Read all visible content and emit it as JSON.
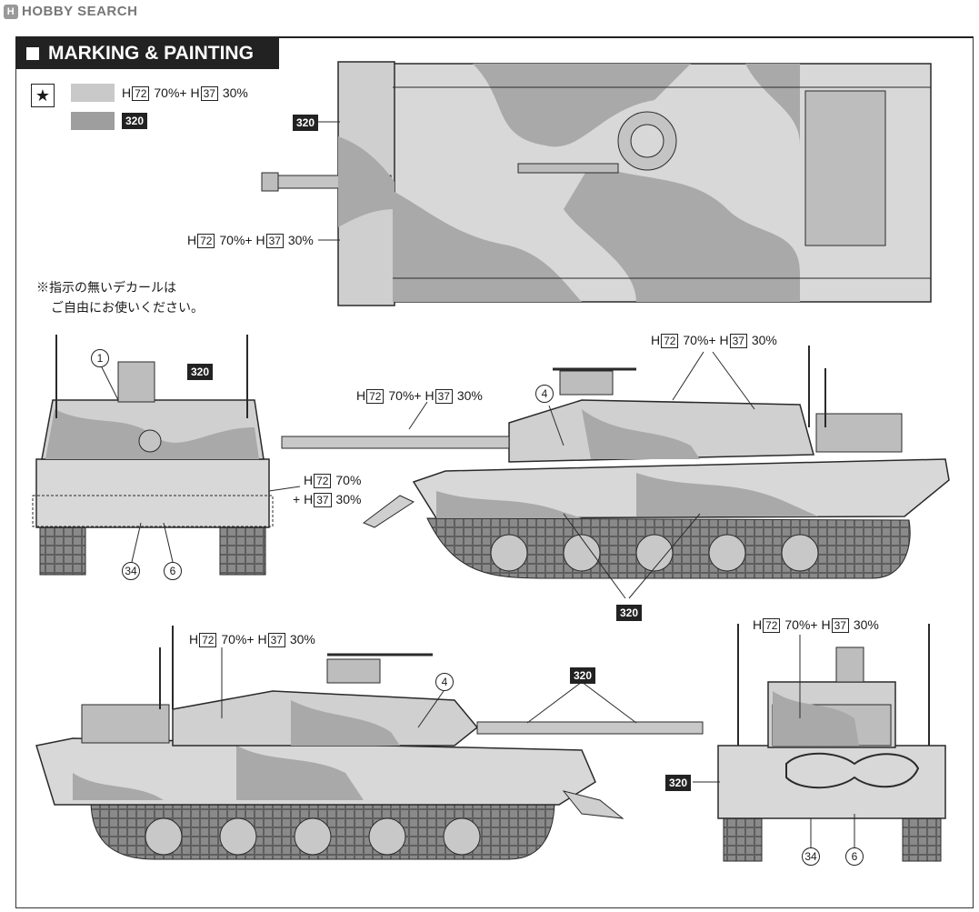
{
  "watermark": {
    "badge": "H",
    "text": "HOBBY SEARCH"
  },
  "title": "MARKING & PAINTING",
  "legend": {
    "icon": "star-icon",
    "light": {
      "color": "#c9c9c9",
      "pre": "H",
      "code1": "72",
      "mid": " 70%+ H",
      "code2": "37",
      "post": " 30%"
    },
    "dark": {
      "color": "#9e9e9e",
      "code": "320"
    }
  },
  "note": {
    "line1": "※指示の無いデカールは",
    "line2": "ご自由にお使いください。"
  },
  "labels": {
    "mix_pre": "H",
    "mix_c1": "72",
    "mix_mid": " 70%+ H",
    "mix_c2": "37",
    "mix_post": " 30%",
    "mix_split_a_pre": "H",
    "mix_split_a_c": "72",
    "mix_split_a_post": " 70%",
    "mix_split_b_pre": "+ H",
    "mix_split_b_c": "37",
    "mix_split_b_post": " 30%",
    "code_320": "320",
    "num1": "1",
    "num4": "4",
    "num6": "6",
    "num34": "34"
  },
  "colors": {
    "hull": "#d8d8d8",
    "camo": "#a9a9a9",
    "track": "#6e6e6e",
    "line": "#2a2a2a"
  }
}
